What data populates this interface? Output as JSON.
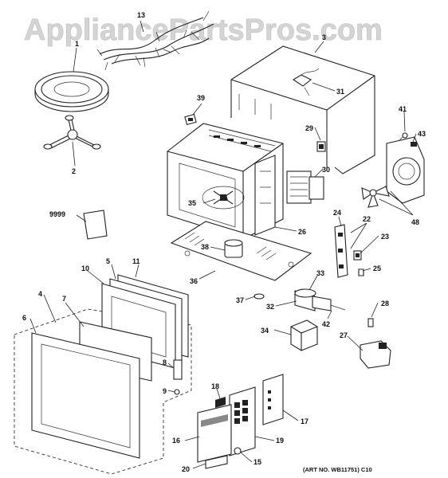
{
  "watermark": "AppliancePartsPros.com",
  "art_number": "(ART NO. WB11751) C10",
  "callouts": {
    "c13": "13",
    "c1": "1",
    "c2": "2",
    "c3": "3",
    "c31": "31",
    "c39": "39",
    "c29": "29",
    "c30": "30",
    "c41": "41",
    "c43": "43",
    "c35": "35",
    "c48": "48",
    "c9999": "9999",
    "c24": "24",
    "c22": "22",
    "c26": "26",
    "c23": "23",
    "c38": "38",
    "c25": "25",
    "c36": "36",
    "c33": "33",
    "c11": "11",
    "c5": "5",
    "c10": "10",
    "c37": "37",
    "c32": "32",
    "c28": "28",
    "c4": "4",
    "c7": "7",
    "c6": "6",
    "c42": "42",
    "c34": "34",
    "c27": "27",
    "c8": "8",
    "c9": "9",
    "c18": "18",
    "c17": "17",
    "c16": "16",
    "c19": "19",
    "c20": "20",
    "c15": "15"
  }
}
